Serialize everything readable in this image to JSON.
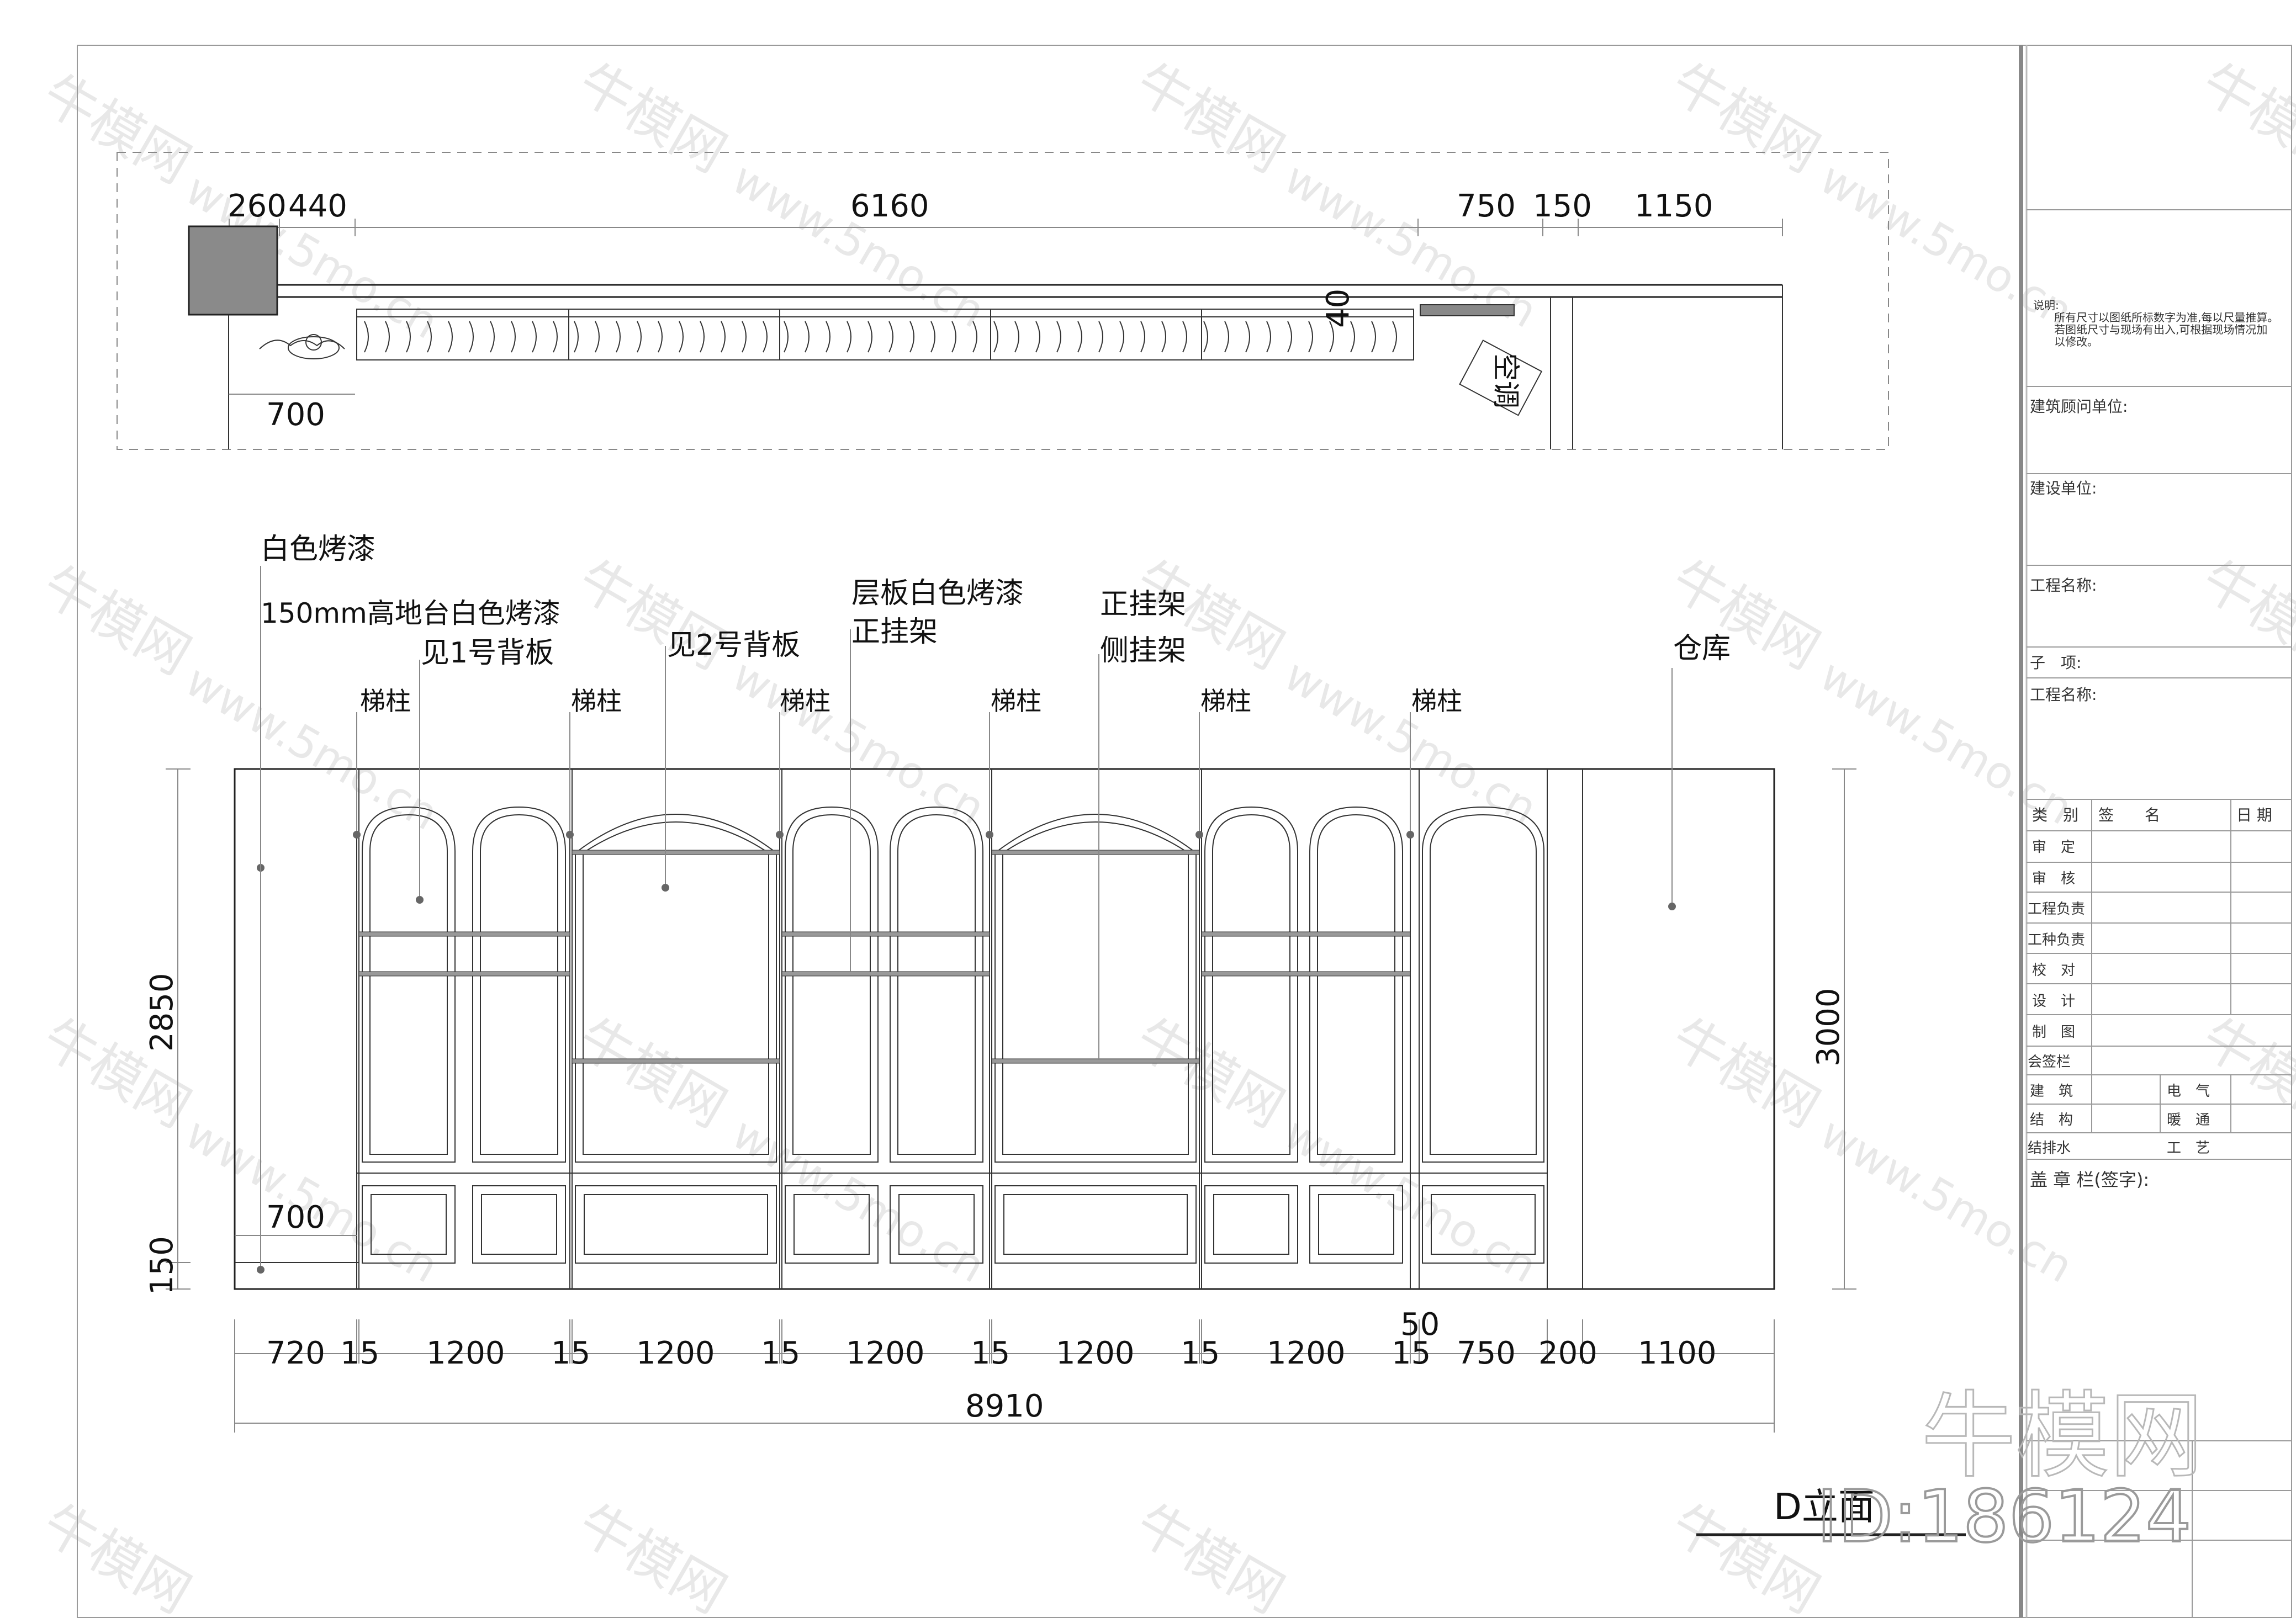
{
  "plan": {
    "dims_top": [
      "260",
      "440",
      "6160",
      "750",
      "150",
      "1150"
    ],
    "dim_40": "40",
    "dim_700": "700",
    "ac_label": "空调"
  },
  "elevation": {
    "callouts": {
      "white_paint": "白色烤漆",
      "platform": "150mm高地台白色烤漆",
      "backboard_1": "见1号背板",
      "backboard_2": "见2号背板",
      "shelf_paint": "层板白色烤漆",
      "front_rack_a": "正挂架",
      "front_rack_b": "正挂架",
      "side_rack": "侧挂架",
      "warehouse": "仓库",
      "ladder": "梯柱"
    },
    "dims_left": [
      "2850",
      "150"
    ],
    "dim_700": "700",
    "dim_right": "3000",
    "dim_50": "50",
    "dims_bottom": [
      "720",
      "15",
      "1200",
      "15",
      "1200",
      "15",
      "1200",
      "15",
      "1200",
      "15",
      "1200",
      "15",
      "750",
      "200",
      "1100"
    ],
    "total": "8910",
    "title": "D立面"
  },
  "title_block": {
    "note": [
      "说明:",
      "所有尺寸以图纸所标数字为准,每以尺量推算。",
      "若图纸尺寸与现场有出入,可根据现场情况加",
      "以修改。"
    ],
    "fields": [
      "建筑顾问单位:",
      "建设单位:",
      "工程名称:",
      "子　项:",
      "工程名称:"
    ],
    "sign_header": [
      "类　别",
      "签　　名",
      "日 期"
    ],
    "sign_rows": [
      "审　定",
      "审　核",
      "工程负责",
      "工种负责",
      "校　对",
      "设　计",
      "制　图"
    ],
    "countersign": "会签栏",
    "countersign_rows": [
      [
        "建　筑",
        "电　气"
      ],
      [
        "结　构",
        "暖　通"
      ],
      [
        "结排水",
        "工　艺"
      ]
    ],
    "seal": "盖 章 栏(签字):"
  },
  "watermark": {
    "logo": "牛模网",
    "url": "www.5mo.cn",
    "id": "ID:186124"
  }
}
